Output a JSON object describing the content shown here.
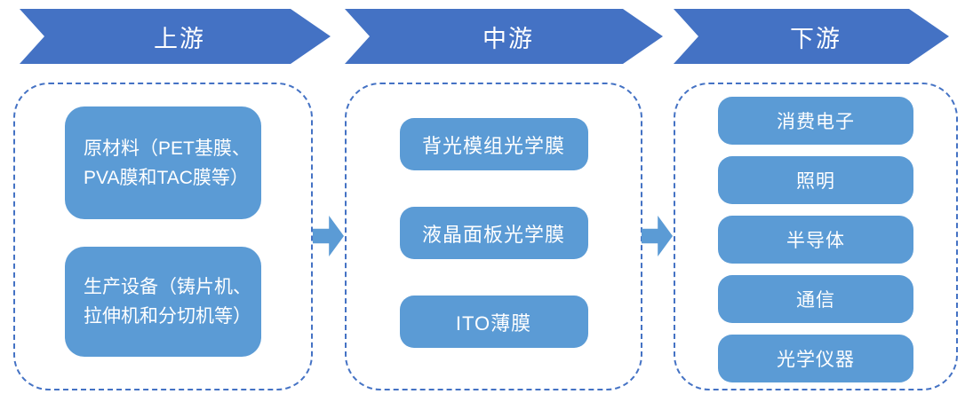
{
  "colors": {
    "chevron_fill": "#4472C4",
    "box_fill": "#5B9BD5",
    "dashed_border": "#4472C4",
    "arrow_fill": "#5B9BD5",
    "text": "#FFFFFF",
    "background": "#FFFFFF"
  },
  "icons": {
    "flow_arrow": "right-block-arrow"
  },
  "stages": [
    {
      "id": "upstream",
      "header": "上游",
      "items": [
        {
          "label": "原材料（PET基膜、\nPVA膜和TAC膜等）"
        },
        {
          "label": "生产设备（铸片机、\n拉伸机和分切机等）"
        }
      ]
    },
    {
      "id": "midstream",
      "header": "中游",
      "items": [
        {
          "label": "背光模组光学膜"
        },
        {
          "label": "液晶面板光学膜"
        },
        {
          "label": "ITO薄膜"
        }
      ]
    },
    {
      "id": "downstream",
      "header": "下游",
      "items": [
        {
          "label": "消费电子"
        },
        {
          "label": "照明"
        },
        {
          "label": "半导体"
        },
        {
          "label": "通信"
        },
        {
          "label": "光学仪器"
        }
      ]
    }
  ]
}
